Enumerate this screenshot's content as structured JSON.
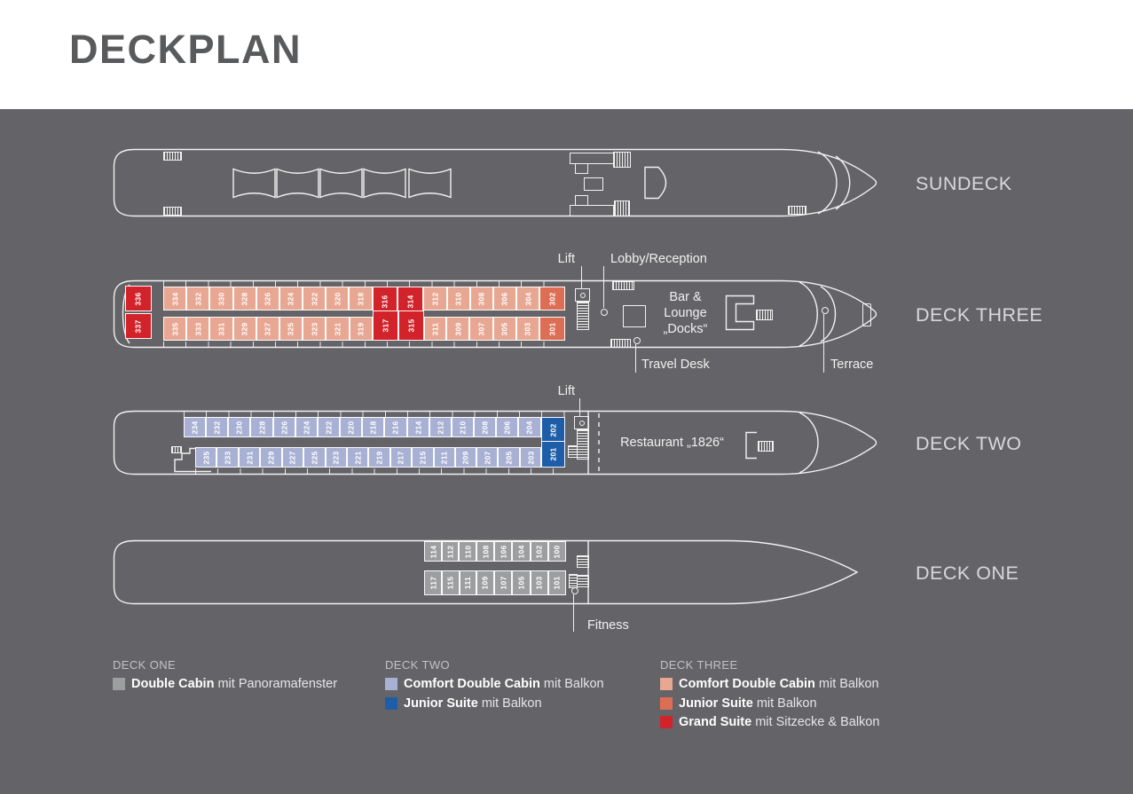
{
  "title": "DECKPLAN",
  "cabin_types": {
    "double": "#9d9ea0",
    "comfort2": "#a8b1d3",
    "junior2": "#1e5ea8",
    "comfort3": "#e8a792",
    "junior3": "#dd6e55",
    "grand": "#d2222a"
  },
  "sundeck": {
    "label": "SUNDECK"
  },
  "deck_three": {
    "label": "DECK THREE",
    "labels": {
      "lift": "Lift",
      "lobby": "Lobby/Reception",
      "bar_lines": [
        "Bar &",
        "Lounge",
        "„Docks“"
      ],
      "travel_desk": "Travel Desk",
      "terrace": "Terrace"
    },
    "cabins_top": [
      {
        "n": "336",
        "t": "grand"
      },
      {
        "n": "334",
        "t": "comfort3"
      },
      {
        "n": "332",
        "t": "comfort3"
      },
      {
        "n": "330",
        "t": "comfort3"
      },
      {
        "n": "328",
        "t": "comfort3"
      },
      {
        "n": "326",
        "t": "comfort3"
      },
      {
        "n": "324",
        "t": "comfort3"
      },
      {
        "n": "322",
        "t": "comfort3"
      },
      {
        "n": "320",
        "t": "comfort3"
      },
      {
        "n": "318",
        "t": "comfort3"
      },
      {
        "n": "316",
        "t": "grand"
      },
      {
        "n": "314",
        "t": "grand"
      },
      {
        "n": "312",
        "t": "comfort3"
      },
      {
        "n": "310",
        "t": "comfort3"
      },
      {
        "n": "308",
        "t": "comfort3"
      },
      {
        "n": "306",
        "t": "comfort3"
      },
      {
        "n": "304",
        "t": "comfort3"
      },
      {
        "n": "302",
        "t": "junior3"
      }
    ],
    "cabins_bottom": [
      {
        "n": "337",
        "t": "grand"
      },
      {
        "n": "335",
        "t": "comfort3"
      },
      {
        "n": "333",
        "t": "comfort3"
      },
      {
        "n": "331",
        "t": "comfort3"
      },
      {
        "n": "329",
        "t": "comfort3"
      },
      {
        "n": "327",
        "t": "comfort3"
      },
      {
        "n": "325",
        "t": "comfort3"
      },
      {
        "n": "323",
        "t": "comfort3"
      },
      {
        "n": "321",
        "t": "comfort3"
      },
      {
        "n": "319",
        "t": "comfort3"
      },
      {
        "n": "317",
        "t": "grand"
      },
      {
        "n": "315",
        "t": "grand"
      },
      {
        "n": "311",
        "t": "comfort3"
      },
      {
        "n": "309",
        "t": "comfort3"
      },
      {
        "n": "307",
        "t": "comfort3"
      },
      {
        "n": "305",
        "t": "comfort3"
      },
      {
        "n": "303",
        "t": "comfort3"
      },
      {
        "n": "301",
        "t": "junior3"
      }
    ]
  },
  "deck_two": {
    "label": "DECK TWO",
    "labels": {
      "lift": "Lift",
      "restaurant": "Restaurant „1826“"
    },
    "cabins_top": [
      {
        "n": "234",
        "t": "comfort2"
      },
      {
        "n": "232",
        "t": "comfort2"
      },
      {
        "n": "230",
        "t": "comfort2"
      },
      {
        "n": "228",
        "t": "comfort2"
      },
      {
        "n": "226",
        "t": "comfort2"
      },
      {
        "n": "224",
        "t": "comfort2"
      },
      {
        "n": "222",
        "t": "comfort2"
      },
      {
        "n": "220",
        "t": "comfort2"
      },
      {
        "n": "218",
        "t": "comfort2"
      },
      {
        "n": "216",
        "t": "comfort2"
      },
      {
        "n": "214",
        "t": "comfort2"
      },
      {
        "n": "212",
        "t": "comfort2"
      },
      {
        "n": "210",
        "t": "comfort2"
      },
      {
        "n": "208",
        "t": "comfort2"
      },
      {
        "n": "206",
        "t": "comfort2"
      },
      {
        "n": "204",
        "t": "comfort2"
      },
      {
        "n": "202",
        "t": "junior2"
      }
    ],
    "cabins_bottom": [
      {
        "n": "235",
        "t": "comfort2"
      },
      {
        "n": "233",
        "t": "comfort2"
      },
      {
        "n": "231",
        "t": "comfort2"
      },
      {
        "n": "229",
        "t": "comfort2"
      },
      {
        "n": "227",
        "t": "comfort2"
      },
      {
        "n": "225",
        "t": "comfort2"
      },
      {
        "n": "223",
        "t": "comfort2"
      },
      {
        "n": "221",
        "t": "comfort2"
      },
      {
        "n": "219",
        "t": "comfort2"
      },
      {
        "n": "217",
        "t": "comfort2"
      },
      {
        "n": "215",
        "t": "comfort2"
      },
      {
        "n": "211",
        "t": "comfort2"
      },
      {
        "n": "209",
        "t": "comfort2"
      },
      {
        "n": "207",
        "t": "comfort2"
      },
      {
        "n": "205",
        "t": "comfort2"
      },
      {
        "n": "203",
        "t": "comfort2"
      },
      {
        "n": "201",
        "t": "junior2"
      }
    ]
  },
  "deck_one": {
    "label": "DECK ONE",
    "labels": {
      "fitness": "Fitness"
    },
    "cabins_top": [
      {
        "n": "114",
        "t": "double"
      },
      {
        "n": "112",
        "t": "double"
      },
      {
        "n": "110",
        "t": "double"
      },
      {
        "n": "108",
        "t": "double"
      },
      {
        "n": "106",
        "t": "double"
      },
      {
        "n": "104",
        "t": "double"
      },
      {
        "n": "102",
        "t": "double"
      },
      {
        "n": "100",
        "t": "double"
      }
    ],
    "cabins_bottom": [
      {
        "n": "117",
        "t": "double"
      },
      {
        "n": "115",
        "t": "double"
      },
      {
        "n": "111",
        "t": "double"
      },
      {
        "n": "109",
        "t": "double"
      },
      {
        "n": "107",
        "t": "double"
      },
      {
        "n": "105",
        "t": "double"
      },
      {
        "n": "103",
        "t": "double"
      },
      {
        "n": "101",
        "t": "double"
      }
    ]
  },
  "legend": [
    {
      "title": "DECK ONE",
      "items": [
        {
          "swatch": "#9d9ea0",
          "name": "Double Cabin",
          "suffix": " mit Panoramafenster"
        }
      ]
    },
    {
      "title": "DECK TWO",
      "items": [
        {
          "swatch": "#a8b1d3",
          "name": "Comfort Double Cabin",
          "suffix": " mit Balkon"
        },
        {
          "swatch": "#1e5ea8",
          "name": "Junior Suite",
          "suffix": " mit Balkon"
        }
      ]
    },
    {
      "title": "DECK THREE",
      "items": [
        {
          "swatch": "#e8a792",
          "name": "Comfort Double Cabin",
          "suffix": " mit Balkon"
        },
        {
          "swatch": "#dd6e55",
          "name": "Junior Suite",
          "suffix": " mit Balkon"
        },
        {
          "swatch": "#d2222a",
          "name": "Grand Suite",
          "suffix": " mit Sitzecke & Balkon"
        }
      ]
    }
  ]
}
